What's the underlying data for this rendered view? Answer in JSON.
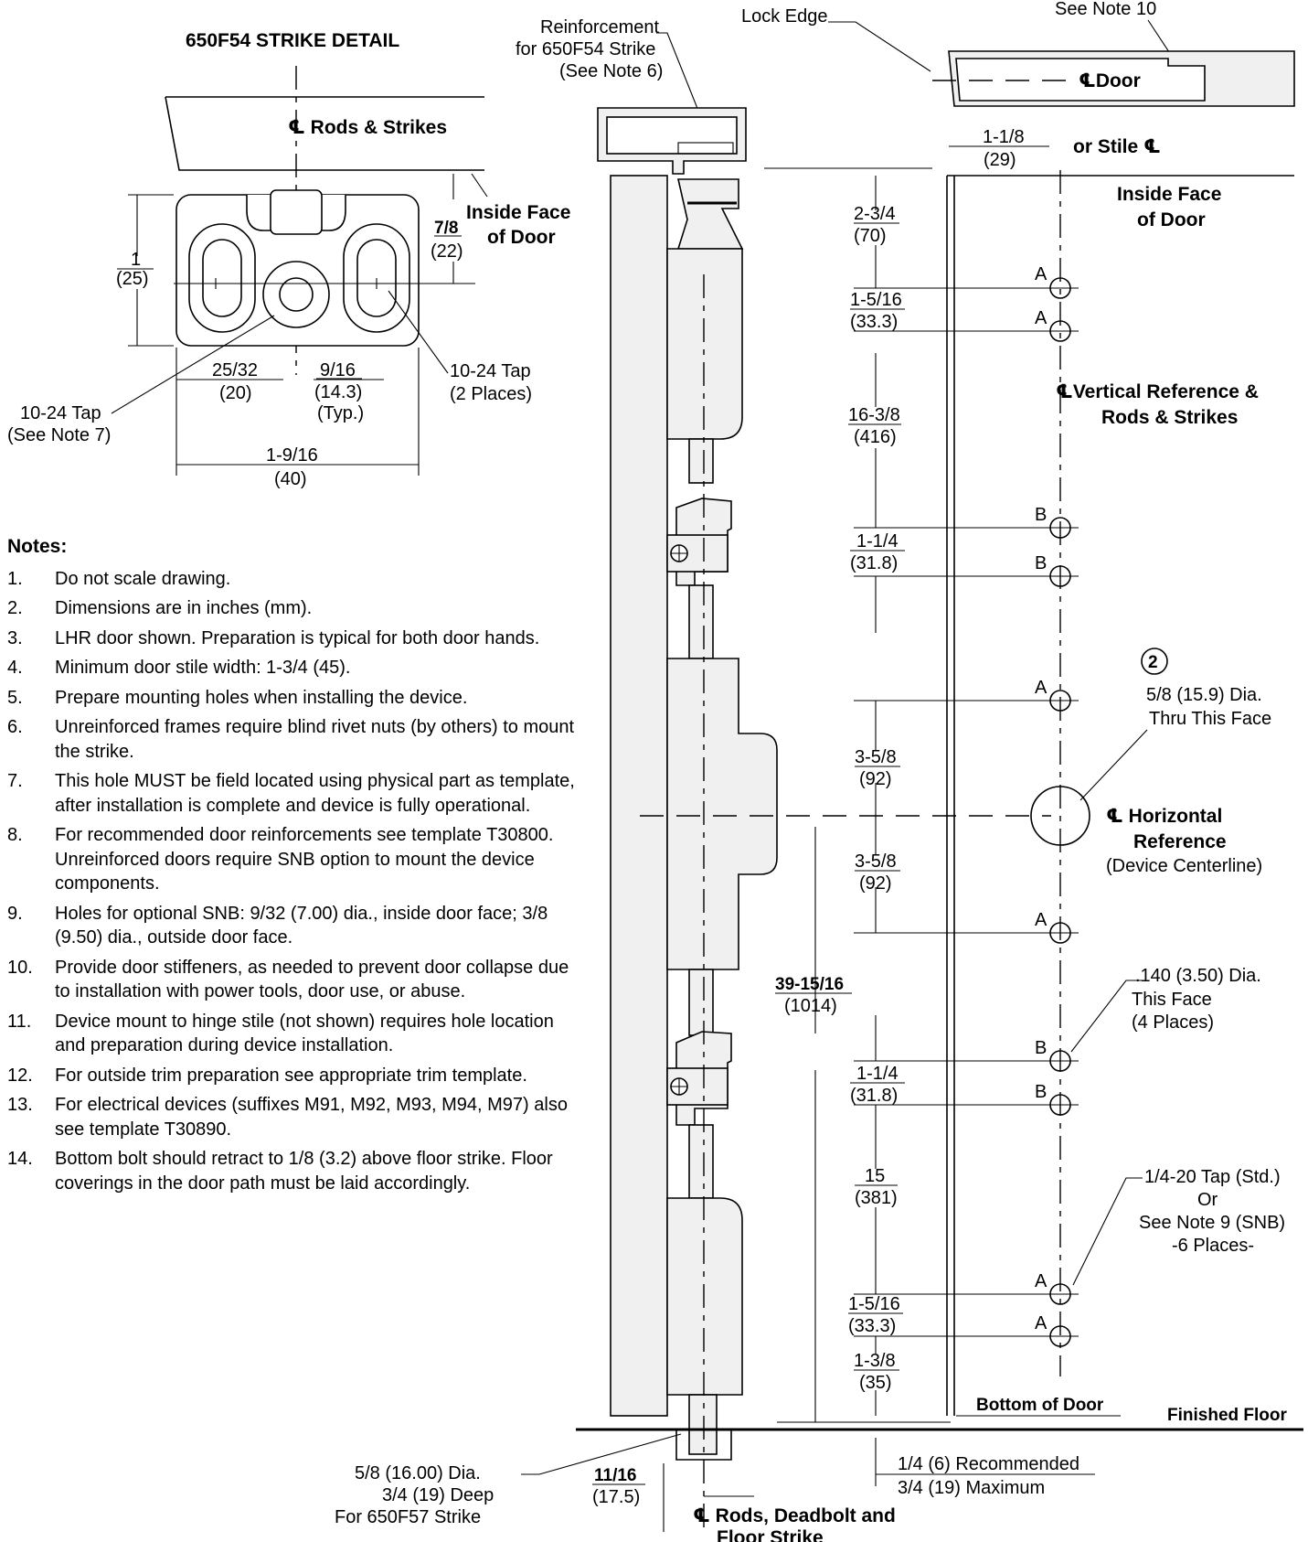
{
  "strike_detail": {
    "title": "650F54 STRIKE DETAIL",
    "cl_rods_strikes": "℄ Rods & Strikes",
    "inside_face_1": "Inside Face",
    "inside_face_2": "of Door",
    "dim_7_8": "7/8",
    "dim_7_8_mm": "(22)",
    "dim_1": "1",
    "dim_1_mm": "(25)",
    "dim_25_32": "25/32",
    "dim_25_32_mm": "(20)",
    "dim_9_16": "9/16",
    "dim_9_16_mm": "(14.3)",
    "dim_typ": "(Typ.)",
    "dim_1_9_16": "1-9/16",
    "dim_1_9_16_mm": "(40)",
    "tap_right_1": "10-24 Tap",
    "tap_right_2": "(2 Places)",
    "tap_left_1": "10-24 Tap",
    "tap_left_2": "(See Note 7)"
  },
  "notes": {
    "heading": "Notes:",
    "items": [
      {
        "num": "1.",
        "text": "Do not scale drawing."
      },
      {
        "num": "2.",
        "text": "Dimensions are in inches (mm)."
      },
      {
        "num": "3.",
        "text": "LHR door shown. Preparation is typical for both door hands."
      },
      {
        "num": "4.",
        "text": "Minimum door stile width: 1-3/4 (45)."
      },
      {
        "num": "5.",
        "text": "Prepare mounting holes when installing the device."
      },
      {
        "num": "6.",
        "text": "Unreinforced frames require blind rivet nuts (by others) to mount the strike."
      },
      {
        "num": "7.",
        "text": "This hole MUST be field located using physical part as template, after installation is complete and device is fully operational."
      },
      {
        "num": "8.",
        "text": "For recommended door reinforcements see template T30800. Unreinforced doors require SNB option to mount the device components."
      },
      {
        "num": "9.",
        "text": "Holes for optional SNB: 9/32 (7.00) dia., inside door face; 3/8 (9.50) dia., outside door face."
      },
      {
        "num": "10.",
        "text": "Provide door stiffeners, as needed to prevent door collapse due to installation with power tools, door use, or abuse."
      },
      {
        "num": "11.",
        "text": "Device mount to hinge stile (not shown) requires hole location and preparation during device installation."
      },
      {
        "num": "12.",
        "text": "For outside trim preparation see appropriate trim template."
      },
      {
        "num": "13.",
        "text": "For electrical devices (suffixes M91, M92, M93, M94, M97) also see template T30890."
      },
      {
        "num": "14.",
        "text": "Bottom bolt should retract to 1/8 (3.2) above floor strike. Floor coverings in the door path must be laid accordingly."
      }
    ]
  },
  "main": {
    "reinf_1": "Reinforcement",
    "reinf_2": "for 650F54 Strike",
    "reinf_3": "(See Note 6)",
    "lock_edge": "Lock Edge",
    "see_note_10": "See Note 10",
    "cl_door": "℄Door",
    "dim_1_1_8": "1-1/8",
    "dim_1_1_8_mm": "(29)",
    "or_stile": "or Stile ℄",
    "inside_face_1": "Inside Face",
    "inside_face_2": "of Door",
    "dim_2_3_4": "2-3/4",
    "dim_2_3_4_mm": "(70)",
    "dim_1_5_16_a": "1-5/16",
    "dim_1_5_16_a_mm": "(33.3)",
    "vert_ref_1": "℄Vertical Reference &",
    "vert_ref_2": "Rods & Strikes",
    "dim_16_3_8": "16-3/8",
    "dim_16_3_8_mm": "(416)",
    "dim_1_1_4_a": "1-1/4",
    "dim_1_1_4_a_mm": "(31.8)",
    "note_circle": "2",
    "dia_5_8_1": "5/8 (15.9) Dia.",
    "dia_5_8_2": "Thru This Face",
    "dim_3_5_8_a": "3-5/8",
    "dim_3_5_8_a_mm": "(92)",
    "horiz_ref_1": "℄ Horizontal",
    "horiz_ref_2": "Reference",
    "horiz_ref_3": "(Device Centerline)",
    "dim_3_5_8_b": "3-5/8",
    "dim_3_5_8_b_mm": "(92)",
    "dia_140_1": ".140 (3.50) Dia.",
    "dia_140_2": "This Face",
    "dia_140_3": "(4 Places)",
    "dim_39": "39-15/16",
    "dim_39_mm": "(1014)",
    "dim_1_1_4_b": "1-1/4",
    "dim_1_1_4_b_mm": "(31.8)",
    "dim_15": "15",
    "dim_15_mm": "(381)",
    "tap_1_4_1": "1/4-20 Tap (Std.)",
    "tap_1_4_2": "Or",
    "tap_1_4_3": "See Note 9 (SNB)",
    "tap_1_4_4": "-6 Places-",
    "dim_1_5_16_b": "1-5/16",
    "dim_1_5_16_b_mm": "(33.3)",
    "dim_1_3_8": "1-3/8",
    "dim_1_3_8_mm": "(35)",
    "bottom_of_door": "Bottom of Door",
    "finished_floor": "Finished Floor",
    "rec_1": "1/4 (6) Recommended",
    "rec_2": "3/4 (19) Maximum",
    "floor_hole_1": "5/8 (16.00) Dia.",
    "floor_hole_2": "3/4 (19) Deep",
    "floor_hole_3": "For 650F57 Strike",
    "dim_11_16": "11/16",
    "dim_11_16_mm": "(17.5)",
    "cl_rods_1": "℄ Rods, Deadbolt and",
    "cl_rods_2": "Floor Strike",
    "hole_labels": [
      "A",
      "A",
      "B",
      "B",
      "A",
      "A",
      "B",
      "B",
      "A",
      "A"
    ]
  }
}
